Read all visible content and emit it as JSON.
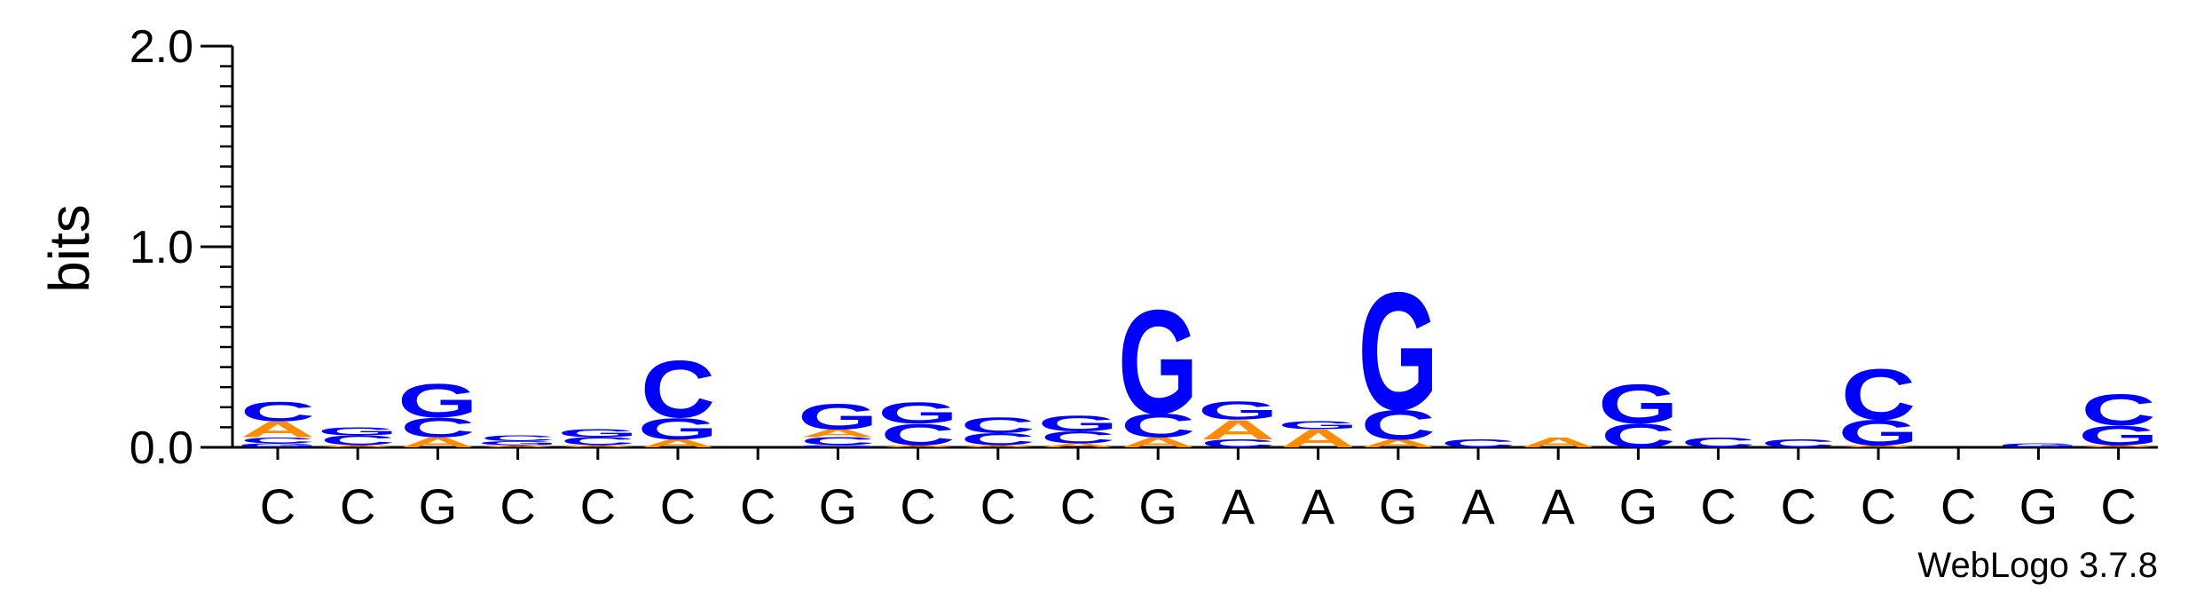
{
  "chart_data": {
    "type": "sequence-logo",
    "ylabel": "bits",
    "ylim": [
      0,
      2.0
    ],
    "yticks": [
      "0.0",
      "1.0",
      "2.0"
    ],
    "xlabels": [
      "C",
      "C",
      "G",
      "C",
      "C",
      "C",
      "C",
      "G",
      "C",
      "C",
      "C",
      "G",
      "A",
      "A",
      "G",
      "A",
      "A",
      "G",
      "C",
      "C",
      "C",
      "C",
      "G",
      "C"
    ],
    "footer": "WebLogo 3.7.8",
    "colors": {
      "A": "#ff8c00",
      "C": "#0000ff",
      "G": "#0000ff",
      "T": "#ff0000"
    },
    "positions": [
      [
        {
          "b": "G",
          "h": 0.02
        },
        {
          "b": "C",
          "h": 0.03
        },
        {
          "b": "A",
          "h": 0.08
        },
        {
          "b": "C",
          "h": 0.1
        }
      ],
      [
        {
          "b": "A",
          "h": 0.01
        },
        {
          "b": "C",
          "h": 0.05
        },
        {
          "b": "G",
          "h": 0.04
        }
      ],
      [
        {
          "b": "A",
          "h": 0.05
        },
        {
          "b": "C",
          "h": 0.1
        },
        {
          "b": "G",
          "h": 0.17
        }
      ],
      [
        {
          "b": "A",
          "h": 0.01
        },
        {
          "b": "G",
          "h": 0.02
        },
        {
          "b": "C",
          "h": 0.03
        }
      ],
      [
        {
          "b": "A",
          "h": 0.01
        },
        {
          "b": "C",
          "h": 0.04
        },
        {
          "b": "G",
          "h": 0.04
        }
      ],
      [
        {
          "b": "A",
          "h": 0.04
        },
        {
          "b": "G",
          "h": 0.11
        },
        {
          "b": "C",
          "h": 0.29
        }
      ],
      [],
      [
        {
          "b": "G",
          "h": 0.01
        },
        {
          "b": "C",
          "h": 0.04
        },
        {
          "b": "A",
          "h": 0.04
        },
        {
          "b": "G",
          "h": 0.13
        }
      ],
      [
        {
          "b": "A",
          "h": 0.01
        },
        {
          "b": "C",
          "h": 0.11
        },
        {
          "b": "G",
          "h": 0.11
        }
      ],
      [
        {
          "b": "A",
          "h": 0.01
        },
        {
          "b": "C",
          "h": 0.06
        },
        {
          "b": "C",
          "h": 0.08
        }
      ],
      [
        {
          "b": "A",
          "h": 0.02
        },
        {
          "b": "C",
          "h": 0.06
        },
        {
          "b": "G",
          "h": 0.08
        }
      ],
      [
        {
          "b": "A",
          "h": 0.05
        },
        {
          "b": "C",
          "h": 0.12
        },
        {
          "b": "G",
          "h": 0.53
        }
      ],
      [
        {
          "b": "C",
          "h": 0.04
        },
        {
          "b": "A",
          "h": 0.1
        },
        {
          "b": "G",
          "h": 0.09
        }
      ],
      [
        {
          "b": "A",
          "h": 0.09
        },
        {
          "b": "G",
          "h": 0.04
        }
      ],
      [
        {
          "b": "A",
          "h": 0.04
        },
        {
          "b": "C",
          "h": 0.15
        },
        {
          "b": "G",
          "h": 0.6
        }
      ],
      [
        {
          "b": "C",
          "h": 0.04
        }
      ],
      [
        {
          "b": "A",
          "h": 0.05
        }
      ],
      [
        {
          "b": "C",
          "h": 0.12
        },
        {
          "b": "G",
          "h": 0.2
        }
      ],
      [
        {
          "b": "C",
          "h": 0.05
        }
      ],
      [
        {
          "b": "C",
          "h": 0.04
        }
      ],
      [
        {
          "b": "A",
          "h": 0.01
        },
        {
          "b": "G",
          "h": 0.13
        },
        {
          "b": "C",
          "h": 0.26
        }
      ],
      [],
      [
        {
          "b": "G",
          "h": 0.02
        }
      ],
      [
        {
          "b": "A",
          "h": 0.01
        },
        {
          "b": "G",
          "h": 0.1
        },
        {
          "b": "C",
          "h": 0.16
        }
      ]
    ]
  }
}
